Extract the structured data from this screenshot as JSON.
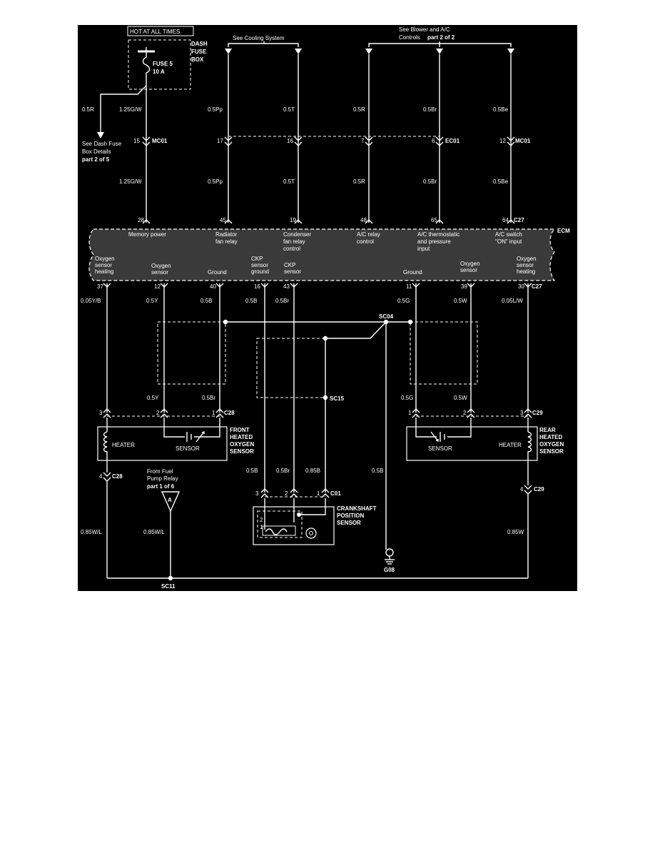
{
  "colors": {
    "background": "#000000",
    "page": "#ffffff",
    "ink": "#ffffff"
  },
  "top": {
    "hot": "HOT AT ALL TIMES",
    "dash_fuse_box": [
      "DASH",
      "FUSE",
      "BOX"
    ],
    "fuse_name": "FUSE 5",
    "fuse_rating": "10 A",
    "cooling_ref": "See Cooling System",
    "blower_ref_1": "See Blower and A/C",
    "blower_ref_2": "Controls",
    "blower_ref_part": "part 2 of 2",
    "dash_details": [
      "See Dash Fuse",
      "Box Details"
    ],
    "dash_details_part": "part 2 of 5"
  },
  "upper_wires": {
    "fuse_branch": "0.5R",
    "fuse_upper": "1.25G/W",
    "fuse_lower": "1.25G/W",
    "pin_fuse": "15",
    "conn_mc01_left": "MC01",
    "upper_colors": [
      "0.5Pp",
      "0.5T",
      "0.5R",
      "0.5Br",
      "0.5Be"
    ],
    "mid_pins": [
      "17",
      "16",
      "7",
      "6",
      "12"
    ],
    "conn_ec01": "EC01",
    "conn_mc01_right": "MC01",
    "lower_colors": [
      "0.5Pp",
      "0.5T",
      "0.5R",
      "0.5Br",
      "0.5Be"
    ]
  },
  "ecm": {
    "label": "ECM",
    "top_pins": [
      "28",
      "45",
      "19",
      "48",
      "65",
      "64"
    ],
    "top_conn": "C27",
    "top_labels": [
      [
        "Memory power"
      ],
      [
        "Radiator",
        "fan relay"
      ],
      [
        "Condenser",
        "fan relay",
        "control"
      ],
      [
        "A/C relay",
        "control"
      ],
      [
        "A/C thermostatic",
        "and pressure",
        "input"
      ],
      [
        "A/C switch",
        "\"ON\" input"
      ]
    ],
    "bottom_labels": [
      [
        "Oxygen",
        "sensor",
        "heating"
      ],
      [
        "Oxygen",
        "sensor"
      ],
      [
        "Ground"
      ],
      [
        "CKP",
        "sensor",
        "ground"
      ],
      [
        "CKP",
        "sensor"
      ],
      [
        "Ground"
      ],
      [
        "Oxygen",
        "sensor"
      ],
      [
        "Oxygen",
        "sensor",
        "heating"
      ]
    ],
    "bottom_pins": [
      "37",
      "12",
      "40",
      "16",
      "43",
      "11",
      "39",
      "30"
    ],
    "bottom_conn": "C27"
  },
  "lower_wires": {
    "colors": [
      "0.05Y/B",
      "0.5Y",
      "0.5B",
      "0.5B",
      "0.5Br",
      "0.5G",
      "0.5W",
      "0.05L/W"
    ],
    "splice_sc04": "SC04",
    "splice_sc15": "SC15",
    "front_colors": [
      "0.5Y",
      "0.5Br"
    ],
    "rear_colors": [
      "0.5G",
      "0.5W"
    ],
    "front_pins": [
      "3",
      "2",
      "1"
    ],
    "front_conn": "C28",
    "rear_pins": [
      "1",
      "2",
      "3"
    ],
    "rear_conn": "C29"
  },
  "front_sensor": {
    "heater": "HEATER",
    "sensor": "SENSOR",
    "title": [
      "FRONT",
      "HEATED",
      "OXYGEN",
      "SENSOR"
    ]
  },
  "rear_sensor": {
    "heater": "HEATER",
    "sensor": "SENSOR",
    "title": [
      "REAR",
      "HEATED",
      "OXYGEN",
      "SENSOR"
    ]
  },
  "bottom": {
    "pin_c28": "4",
    "conn_c28": "C28",
    "pin_c29": "4",
    "conn_c29": "C29",
    "relay_ref": [
      "From Fuel",
      "Pump Relay"
    ],
    "relay_part": "part 1 of 6",
    "relay_letter": "A",
    "ckp_colors": [
      "0.5B",
      "0.5Br",
      "0.85B"
    ],
    "ground_color": "0.5B",
    "ckp_pins": [
      "3",
      "2",
      "1"
    ],
    "ckp_conn": "C01",
    "ckp_title": [
      "CRANKSHAFT",
      "POSITION",
      "SENSOR"
    ],
    "ckp_internal_pins": [
      "2",
      "1"
    ],
    "left_color": "0.85W/L",
    "relay_color": "0.85W/L",
    "right_color": "0.85W",
    "ground": "G08",
    "splice_sc11": "SC11"
  }
}
